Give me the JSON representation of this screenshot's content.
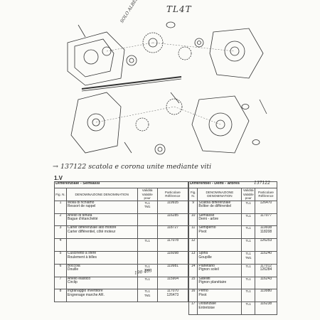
{
  "handwritten": {
    "top_label": "TL4T",
    "side_note": "SOLO ALBERO",
    "table_note": "→ 137122 scatola e corona unite mediante viti",
    "part_note_left": "190 403",
    "part_note_right": "137122"
  },
  "drawing": {
    "description_icons": [
      "gearbox-casing-icon",
      "differential-casing-icon",
      "shaft-icon",
      "gear-icon",
      "bearing-icon",
      "seal-icon",
      "screw-icon"
    ]
  },
  "section_code": "1.V",
  "left_table": {
    "title": "Differenziale - Semiassi",
    "headers": [
      "Fig. N.",
      "DENOMINAZIONE DENOMINATION",
      "Validità Valable pour",
      "Particolare Référence"
    ],
    "rows": [
      {
        "ref": "1",
        "desc": "Molla di richiamo\nRessort de rappel",
        "valid": "TL1\nTM1",
        "code": "119935"
      },
      {
        "ref": "2",
        "desc": "Anello di tenuta\nBague d'étanchéité",
        "valid": "",
        "code": "116285"
      },
      {
        "ref": "3",
        "desc": "Carter differenziale lato motore\nCarter différentiel, côté moteur",
        "valid": "",
        "code": "118727"
      },
      {
        "ref": "4",
        "desc": "",
        "valid": "TL1",
        "code": "117078"
      },
      {
        "ref": "5",
        "desc": "Cuscinetto a sfere\nRoulement à billes",
        "valid": "",
        "code": "116098"
      },
      {
        "ref": "6",
        "desc": "Boccola\nDouille",
        "valid": "TL1\nTM1",
        "code": "119981"
      },
      {
        "ref": "7",
        "desc": "Anello elastico\nCirclip",
        "valid": "TL1",
        "code": "115904"
      },
      {
        "ref": "8",
        "desc": "Ingranaggio invertitore\nEngrenage marche AR.",
        "valid": "TL1\nTM1",
        "code": "117070\n126473"
      }
    ]
  },
  "right_table": {
    "title": "Différentiel - Demi - arbres",
    "headers": [
      "Fig. N.",
      "DENOMINAZIONE DENOMINATION",
      "Validità Valable pour",
      "Particolare Référence"
    ],
    "rows": [
      {
        "ref": "9",
        "desc": "Scatola differenziale\nBoîtier de différentiel",
        "valid": "TL1",
        "code": "126470"
      },
      {
        "ref": "10",
        "desc": "Semiasse\nDemi - arbre",
        "valid": "TL1",
        "code": "117077"
      },
      {
        "ref": "11",
        "desc": "Semiperno\nPivot",
        "valid": "TL1",
        "code": "119938\n118208"
      },
      {
        "ref": "12",
        "desc": "",
        "valid": "TL1",
        "code": "126253"
      },
      {
        "ref": "13",
        "desc": "Spina\nGoupille",
        "valid": "TL1\nTM1",
        "code": "116240"
      },
      {
        "ref": "14",
        "desc": "Planetario\nPignon soleil",
        "valid": "TL1",
        "code": "117012\n126284"
      },
      {
        "ref": "15",
        "desc": "Satelliti\nPignon planétaire",
        "valid": "TL1",
        "code": "116243"
      },
      {
        "ref": "16",
        "desc": "Perno\nPivot",
        "valid": "TL1",
        "code": "119980"
      },
      {
        "ref": "17",
        "desc": "Distanziale\nEntretoise",
        "valid": "TL1",
        "code": "116238"
      }
    ]
  }
}
